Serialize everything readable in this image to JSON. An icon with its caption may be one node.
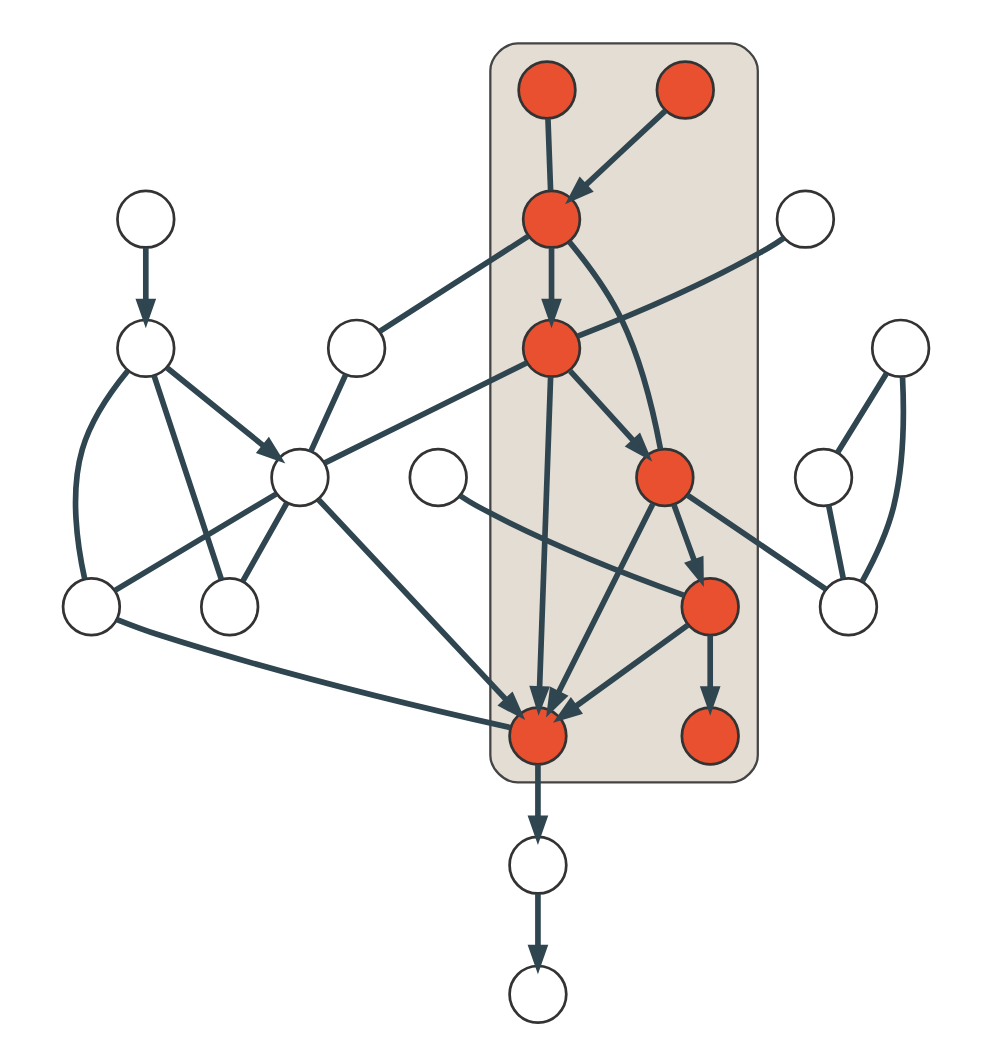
{
  "diagram": {
    "nodes": [
      {
        "text": [],
        "shape": "blob"
      },
      {
        "text": [],
        "shape": "circle",
        "in": 0
      },
      {
        "text": [],
        "shape": "circle"
      },
      {
        "text": [],
        "shape": "circle"
      },
      {
        "text": [],
        "shape": "circle"
      },
      {
        "text": [],
        "shape": "circle",
        "in": 0
      },
      {
        "text": [],
        "shape": "circle",
        "in": 0
      },
      {
        "text": [],
        "shape": "circle"
      },
      {
        "text": [],
        "shape": "circle"
      },
      {
        "text": [],
        "shape": "circle",
        "in": 0
      },
      {
        "text": [],
        "shape": "circle"
      },
      {
        "text": [],
        "shape": "circle"
      },
      {
        "text": [],
        "shape": "circle",
        "in": 0
      },
      {
        "text": [],
        "shape": "circle",
        "in": 0
      },
      {
        "text": [],
        "shape": "circle"
      },
      {
        "text": [],
        "shape": "circle"
      },
      {
        "text": [],
        "shape": "circle"
      },
      {
        "text": [],
        "shape": "circle",
        "in": 0
      },
      {
        "text": [],
        "shape": "circle"
      },
      {
        "text": [],
        "shape": "circle"
      },
      {
        "text": [],
        "shape": "circle"
      },
      {
        "text": [],
        "shape": "circle",
        "in": 0
      }
    ],
    "edges": [
      {
        "from": 1,
        "to": 6,
        "arrow": "to"
      },
      {
        "from": 5,
        "to": 6,
        "arrow": "none"
      },
      {
        "from": 6,
        "to": 3,
        "arrow": "none"
      },
      {
        "from": 6,
        "to": 9,
        "arrow": "to"
      },
      {
        "from": 6,
        "to": 12,
        "arrow": "none"
      },
      {
        "from": 2,
        "to": 4,
        "arrow": "to"
      },
      {
        "from": 4,
        "to": 8,
        "arrow": "to"
      },
      {
        "from": 4,
        "to": 7,
        "arrow": "none"
      },
      {
        "from": 4,
        "to": 11,
        "arrow": "none"
      },
      {
        "from": 3,
        "to": 8,
        "arrow": "none"
      },
      {
        "from": 8,
        "to": 7,
        "arrow": "none"
      },
      {
        "from": 8,
        "to": 11,
        "arrow": "none"
      },
      {
        "from": 8,
        "to": 9,
        "arrow": "none"
      },
      {
        "from": 8,
        "to": 13,
        "arrow": "to"
      },
      {
        "from": 11,
        "to": 13,
        "arrow": "none"
      },
      {
        "from": 10,
        "to": 9,
        "arrow": "none"
      },
      {
        "from": 9,
        "to": 12,
        "arrow": "to"
      },
      {
        "from": 9,
        "to": 13,
        "arrow": "to"
      },
      {
        "from": 12,
        "to": 13,
        "arrow": "to"
      },
      {
        "from": 12,
        "to": 17,
        "arrow": "to"
      },
      {
        "from": 12,
        "to": 16,
        "arrow": "none"
      },
      {
        "from": 17,
        "to": 13,
        "arrow": "to"
      },
      {
        "from": 13,
        "to": 15,
        "arrow": "to"
      },
      {
        "from": 15,
        "to": 18,
        "arrow": "to"
      },
      {
        "from": 14,
        "to": 16,
        "arrow": "none"
      },
      {
        "from": 14,
        "to": 19,
        "arrow": "none"
      },
      {
        "from": 19,
        "to": 16,
        "arrow": "none"
      },
      {
        "from": 20,
        "to": 17,
        "arrow": "none"
      },
      {
        "from": 17,
        "to": 21,
        "arrow": "to"
      }
    ]
  }
}
